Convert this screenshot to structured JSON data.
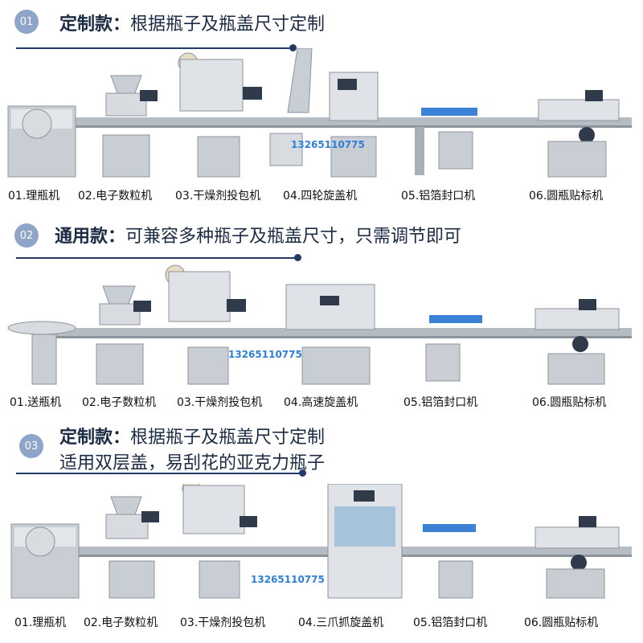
{
  "sections": [
    {
      "badge": "01",
      "title_bold": "定制款：",
      "title_rest": "根据瓶子及瓶盖尺寸定制",
      "subtitle": "",
      "phone": "13265110775",
      "machines": [
        "01.理瓶机",
        "02.电子数粒机",
        "03.干燥剂投包机",
        "04.四轮旋盖机",
        "05.铝箔封口机",
        "06.圆瓶贴标机"
      ]
    },
    {
      "badge": "02",
      "title_bold": "通用款：",
      "title_rest": "可兼容多种瓶子及瓶盖尺寸，只需调节即可",
      "subtitle": "",
      "phone": "13265110775",
      "machines": [
        "01.送瓶机",
        "02.电子数粒机",
        "03.干燥剂投包机",
        "04.高速旋盖机",
        "05.铝箔封口机",
        "06.圆瓶贴标机"
      ]
    },
    {
      "badge": "03",
      "title_bold": "定制款：",
      "title_rest": "根据瓶子及瓶盖尺寸定制",
      "subtitle": "适用双层盖，易刮花的亚克力瓶子",
      "phone": "13265110775",
      "machines": [
        "01.理瓶机",
        "02.电子数粒机",
        "03.干燥剂投包机",
        "04.三爪抓旋盖机",
        "05.铝箔封口机",
        "06.圆瓶贴标机"
      ]
    }
  ],
  "colors": {
    "badge": "#8ea4c8",
    "rule": "#233a66",
    "steel": "#c9ced4",
    "conveyor": "#b6bcc3",
    "phone": "#2e7fd6"
  }
}
